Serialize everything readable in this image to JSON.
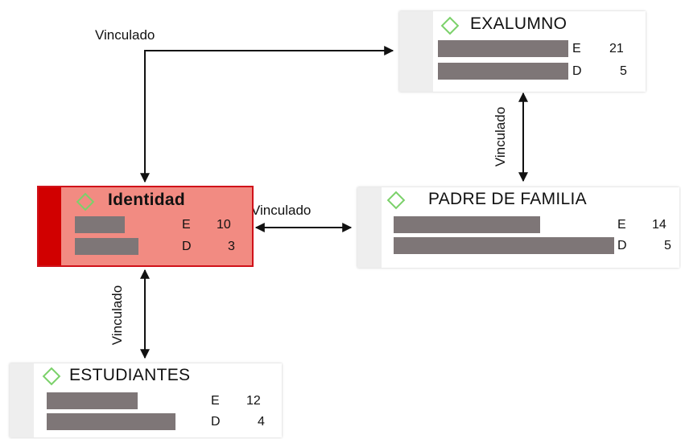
{
  "nodes": {
    "exalumno": {
      "title": "EXALUMNO",
      "e_label": "E",
      "e_value": "21",
      "d_label": "D",
      "d_value": "5"
    },
    "identidad": {
      "title": "Identidad",
      "e_label": "E",
      "e_value": "10",
      "d_label": "D",
      "d_value": "3"
    },
    "padre": {
      "title": "PADRE DE FAMILIA",
      "e_label": "E",
      "e_value": "14",
      "d_label": "D",
      "d_value": "5"
    },
    "estudiantes": {
      "title": "ESTUDIANTES",
      "e_label": "E",
      "e_value": "12",
      "d_label": "D",
      "d_value": "4"
    }
  },
  "edges": {
    "identidad_exalumno": "Vinculado",
    "exalumno_padre": "Vinculado",
    "identidad_padre": "Vinculado",
    "identidad_estudiantes": "Vinculado"
  },
  "colors": {
    "selected_fill": "#f28b82",
    "selected_accent": "#d10000",
    "diamond": "#7bd16a",
    "bar": "#7e7677",
    "connector": "#111111"
  },
  "icons": {
    "entity_marker": "diamond-outline-icon",
    "arrowhead": "arrow-icon"
  }
}
